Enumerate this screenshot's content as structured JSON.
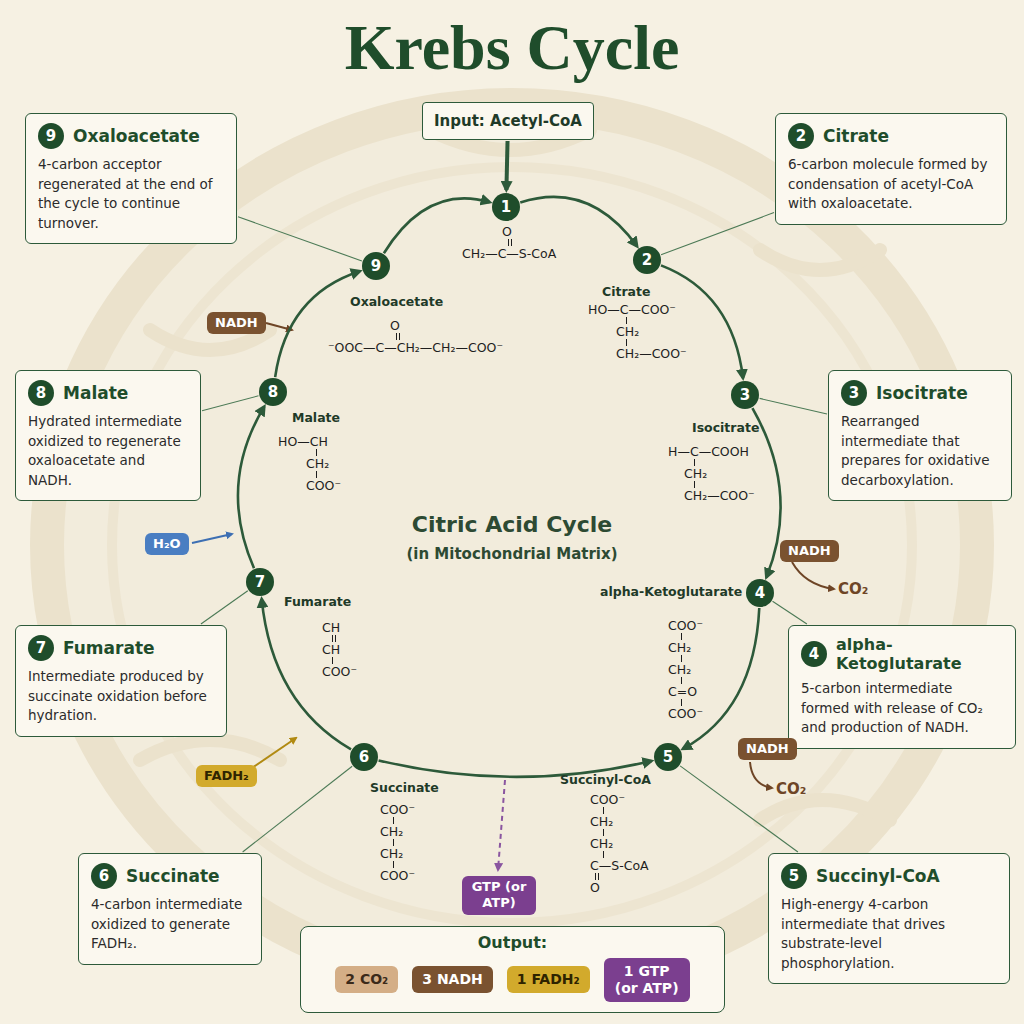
{
  "diagram": {
    "title": "Krebs Cycle",
    "nodes": [
      {
        "text": [
          "Input: Acetyl-CoA"
        ]
      },
      {
        "text": [
          "Oxaloacetate",
          "4-carbon acceptor regenerated at the end of the cycle to continue turnover."
        ]
      },
      {
        "text": [
          "9"
        ],
        "in": 1
      },
      {
        "text": [
          "Citrate",
          "6-carbon molecule formed by condensation of acetyl-CoA with oxaloacetate."
        ]
      },
      {
        "text": [
          "2"
        ],
        "in": 3
      },
      {
        "text": [
          "1"
        ]
      },
      {
        "text": [
          "2"
        ]
      },
      {
        "text": [
          "3"
        ]
      },
      {
        "text": [
          "4"
        ]
      },
      {
        "text": [
          "5"
        ]
      },
      {
        "text": [
          "6"
        ]
      },
      {
        "text": [
          "7"
        ]
      },
      {
        "text": [
          "8"
        ]
      },
      {
        "text": [
          "9"
        ]
      },
      {
        "text": [
          "Malate",
          "Hydrated intermediate oxidized to regenerate oxaloacetate and NADH."
        ]
      },
      {
        "text": [
          "8"
        ],
        "in": 14
      },
      {
        "text": [
          "Isocitrate",
          "Rearranged intermediate that prepares for oxidative decarboxylation."
        ]
      },
      {
        "text": [
          "3"
        ],
        "in": 16
      },
      {
        "text": [
          "Fumarate",
          "Intermediate produced by succinate oxidation before hydration."
        ]
      },
      {
        "text": [
          "7"
        ],
        "in": 18
      },
      {
        "text": [
          "alpha-Ketoglutarate",
          "5-carbon intermediate formed with release of CO₂ and production of NADH."
        ]
      },
      {
        "text": [
          "4"
        ],
        "in": 20
      },
      {
        "text": [
          "Succinate",
          "4-carbon intermediate oxidized to generate FADH₂."
        ]
      },
      {
        "text": [
          "6"
        ],
        "in": 22
      },
      {
        "text": [
          "Succinyl-CoA",
          "High-energy 4-carbon intermediate that drives substrate-level phosphorylation."
        ]
      },
      {
        "text": [
          "5"
        ],
        "in": 24
      },
      {
        "text": [
          "NADH"
        ]
      },
      {
        "text": [
          "NADH"
        ]
      },
      {
        "text": [
          "NADH"
        ]
      },
      {
        "text": [
          "H₂O"
        ]
      },
      {
        "text": [
          "FADH₂"
        ]
      },
      {
        "text": [
          "GTP (or ATP)"
        ]
      },
      {
        "text": [
          "Output:"
        ]
      },
      {
        "text": [
          "2 CO₂"
        ],
        "in": 32
      },
      {
        "text": [
          "3 NADH"
        ],
        "in": 32
      },
      {
        "text": [
          "1 FADH₂"
        ],
        "in": 32
      },
      {
        "text": [
          "1 GTP (or ATP)"
        ],
        "in": 32
      }
    ],
    "edges": [
      {
        "from": 0,
        "to": 5,
        "arrow": "to"
      },
      {
        "from": 5,
        "to": 6,
        "arrow": "to"
      },
      {
        "from": 6,
        "to": 7,
        "arrow": "to"
      },
      {
        "from": 7,
        "to": 8,
        "arrow": "to"
      },
      {
        "from": 8,
        "to": 9,
        "arrow": "to"
      },
      {
        "from": 10,
        "to": 9,
        "arrow": "to"
      },
      {
        "from": 10,
        "to": 11,
        "arrow": "to"
      },
      {
        "from": 11,
        "to": 12,
        "arrow": "to"
      },
      {
        "from": 12,
        "to": 13,
        "arrow": "to"
      },
      {
        "from": 13,
        "to": 5,
        "arrow": "to"
      },
      {
        "from": 1,
        "to": 13,
        "arrow": "none"
      },
      {
        "from": 3,
        "to": 6,
        "arrow": "none"
      },
      {
        "from": 14,
        "to": 12,
        "arrow": "none"
      },
      {
        "from": 16,
        "to": 7,
        "arrow": "none"
      },
      {
        "from": 18,
        "to": 11,
        "arrow": "none"
      },
      {
        "from": 20,
        "to": 8,
        "arrow": "none"
      },
      {
        "from": 22,
        "to": 10,
        "arrow": "none"
      },
      {
        "from": 24,
        "to": 9,
        "arrow": "none"
      }
    ],
    "labels": [
      "O",
      "CH₂—C—S-CoA",
      "Oxaloacetate",
      "O",
      "⁻OOC—C—CH₂—CH₂—COO⁻",
      "Citrate",
      "HO—C—COO⁻",
      "CH₂",
      "CH₂—COO⁻",
      "Isocitrate",
      "H—C—COOH",
      "CH₂",
      "CH₂—COO⁻",
      "alpha-Ketoglutarate",
      "COO⁻",
      "CH₂",
      "CH₂",
      "C=O",
      "COO⁻",
      "Succinyl-CoA",
      "COO⁻",
      "CH₂",
      "CH₂",
      "C—S-CoA",
      "O",
      "Succinate",
      "COO⁻",
      "CH₂",
      "CH₂",
      "COO⁻",
      "Fumarate",
      "CH",
      "CH",
      "COO⁻",
      "Malate",
      "HO—CH",
      "CH₂",
      "COO⁻",
      "Citric Acid Cycle",
      "(in Mitochondrial Matrix)",
      "CO₂",
      "CO₂"
    ]
  }
}
